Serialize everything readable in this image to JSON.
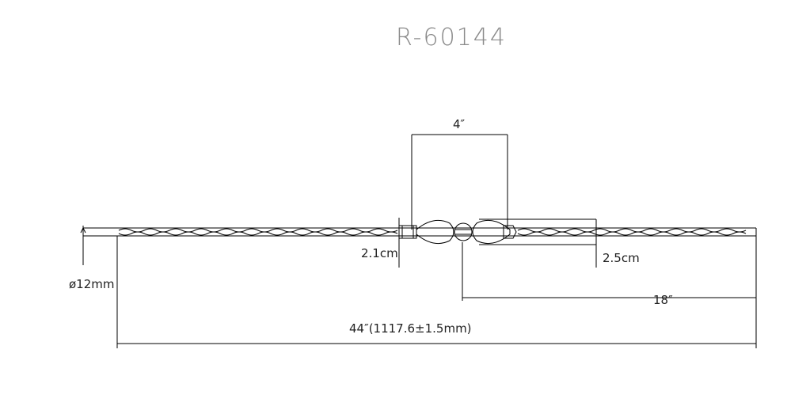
{
  "title": "R-60144",
  "dimensions": {
    "spacing_top": "4″",
    "collar_left": "2.1cm",
    "collar_right": "2.5cm",
    "diameter": "ø12mm",
    "half_length": "18″",
    "overall_length": "44″(1117.6±1.5mm)"
  },
  "colors": {
    "line": "#000000",
    "title": "#8a8a8a"
  }
}
